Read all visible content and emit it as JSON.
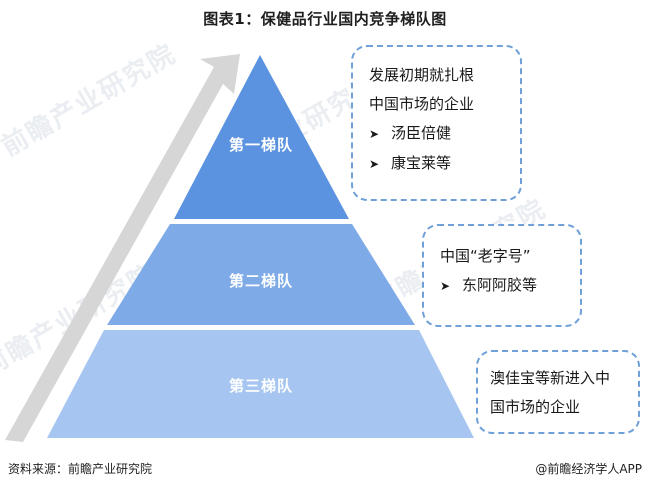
{
  "title": "图表1：保健品行业国内竞争梯队图",
  "tiers": [
    {
      "label": "第一梯队"
    },
    {
      "label": "第二梯队"
    },
    {
      "label": "第三梯队"
    }
  ],
  "callouts": [
    {
      "lines": [
        "发展初期就扎根",
        "中国市场的企业"
      ],
      "bullets": [
        "汤臣倍健",
        "康宝莱等"
      ]
    },
    {
      "lines": [
        "中国“老字号”"
      ],
      "bullets": [
        "东阿阿胶等"
      ]
    },
    {
      "lines": [
        "澳佳宝等新进入中",
        "国市场的企业"
      ],
      "bullets": []
    }
  ],
  "bullet_glyph": "➤",
  "footer": {
    "source": "资料来源：前瞻产业研究院",
    "brand": "@前瞻经济学人APP"
  },
  "watermark": "前瞻产业研究院",
  "colors": {
    "tier1": "#5b93e0",
    "tier2": "#7eabe8",
    "tier3": "#a6c6f1",
    "arrow": "#d6d6d6",
    "callout_border": "#6fa0d8"
  }
}
